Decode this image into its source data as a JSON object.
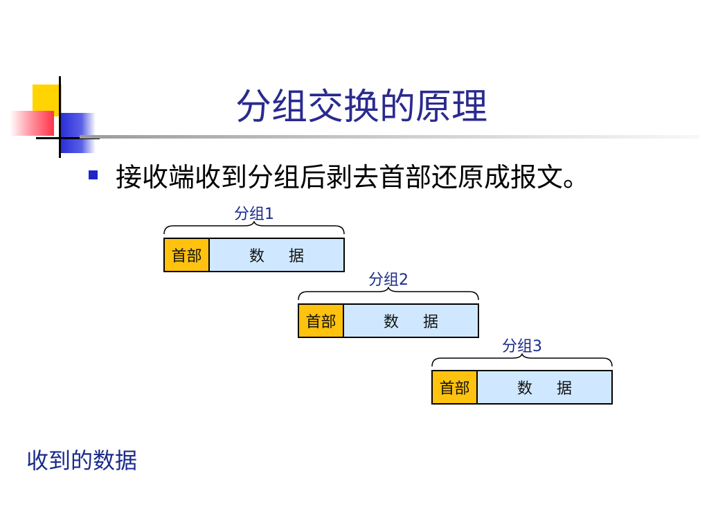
{
  "slide": {
    "title": "分组交换的原理",
    "bullet": "接收端收到分组后剥去首部还原成报文。",
    "packets": [
      {
        "label": "分组1",
        "header": "首部",
        "data": "数     据"
      },
      {
        "label": "分组2",
        "header": "首部",
        "data": "数     据"
      },
      {
        "label": "分组3",
        "header": "首部",
        "data": "数     据"
      }
    ],
    "received_label": "收到的数据"
  },
  "colors": {
    "title": "#2a2a8f",
    "bullet_mark": "#1f25c9",
    "header_cell": "#ffc20e",
    "data_cell": "#cfe8ff",
    "label_text": "#1a2a8a"
  }
}
